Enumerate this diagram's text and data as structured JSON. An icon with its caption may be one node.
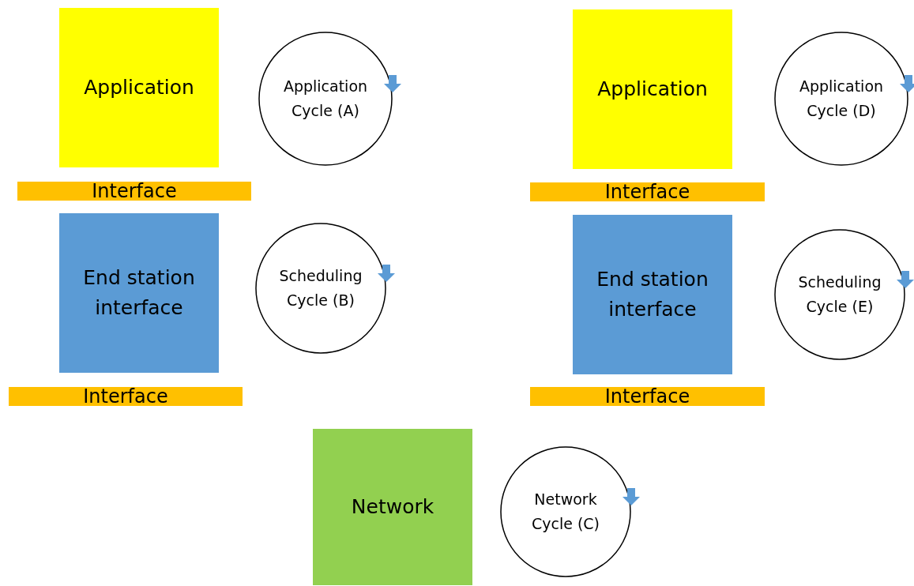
{
  "diagram": {
    "nodes": [
      {
        "text": [
          "Application"
        ]
      },
      {
        "text": [
          "Application Cycle (A)"
        ]
      },
      {
        "text": [
          "Application"
        ]
      },
      {
        "text": [
          "Application Cycle (D)"
        ]
      },
      {
        "text": [
          "Interface"
        ]
      },
      {
        "text": [
          "Interface"
        ]
      },
      {
        "text": [
          "End station interface"
        ]
      },
      {
        "text": [
          "Scheduling Cycle (B)"
        ]
      },
      {
        "text": [
          "End station interface"
        ]
      },
      {
        "text": [
          "Scheduling Cycle (E)"
        ]
      },
      {
        "text": [
          "Interface"
        ]
      },
      {
        "text": [
          "Interface"
        ]
      },
      {
        "text": [
          "Network"
        ]
      },
      {
        "text": [
          "Network Cycle (C)"
        ]
      }
    ]
  }
}
